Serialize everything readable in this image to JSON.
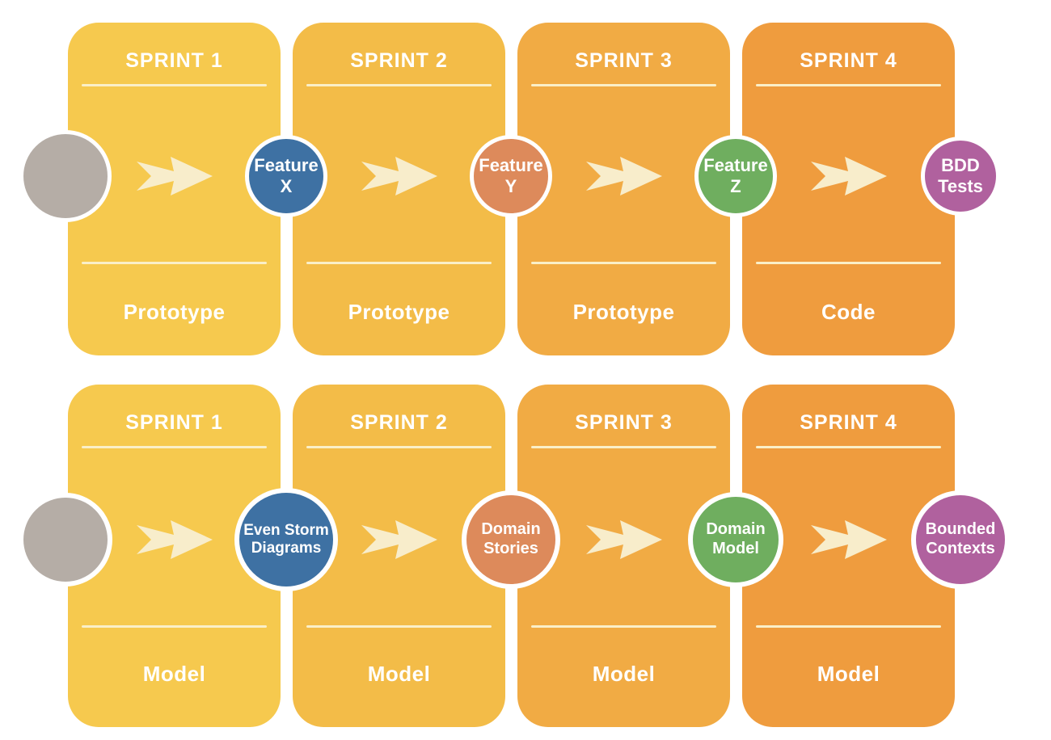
{
  "colors": {
    "background": "#FFFFFF",
    "arrow": "#F8EDCB",
    "rule": "#FAEFC8",
    "sprint1_card": "#F6C94E",
    "sprint2_card": "#F3BC48",
    "sprint3_card": "#F1AB44",
    "sprint4_card": "#EF9C3E",
    "start_node": "#B5ADA6",
    "node_blue": "#3E71A3",
    "node_orange": "#DD8A5B",
    "node_green": "#6FAE5F",
    "node_purple": "#B0619E"
  },
  "rows": [
    {
      "cards": [
        {
          "title": "SPRINT 1",
          "footer": "Prototype"
        },
        {
          "title": "SPRINT 2",
          "footer": "Prototype"
        },
        {
          "title": "SPRINT 3",
          "footer": "Prototype"
        },
        {
          "title": "SPRINT 4",
          "footer": "Code"
        }
      ],
      "nodes": [
        {
          "line1": "Feature",
          "line2": "X"
        },
        {
          "line1": "Feature",
          "line2": "Y"
        },
        {
          "line1": "Feature",
          "line2": "Z"
        },
        {
          "line1": "BDD",
          "line2": "Tests"
        }
      ]
    },
    {
      "cards": [
        {
          "title": "SPRINT 1",
          "footer": "Model"
        },
        {
          "title": "SPRINT 2",
          "footer": "Model"
        },
        {
          "title": "SPRINT 3",
          "footer": "Model"
        },
        {
          "title": "SPRINT 4",
          "footer": "Model"
        }
      ],
      "nodes": [
        {
          "line1": "Even Storm",
          "line2": "Diagrams"
        },
        {
          "line1": "Domain",
          "line2": "Stories"
        },
        {
          "line1": "Domain",
          "line2": "Model"
        },
        {
          "line1": "Bounded",
          "line2": "Contexts"
        }
      ]
    }
  ]
}
